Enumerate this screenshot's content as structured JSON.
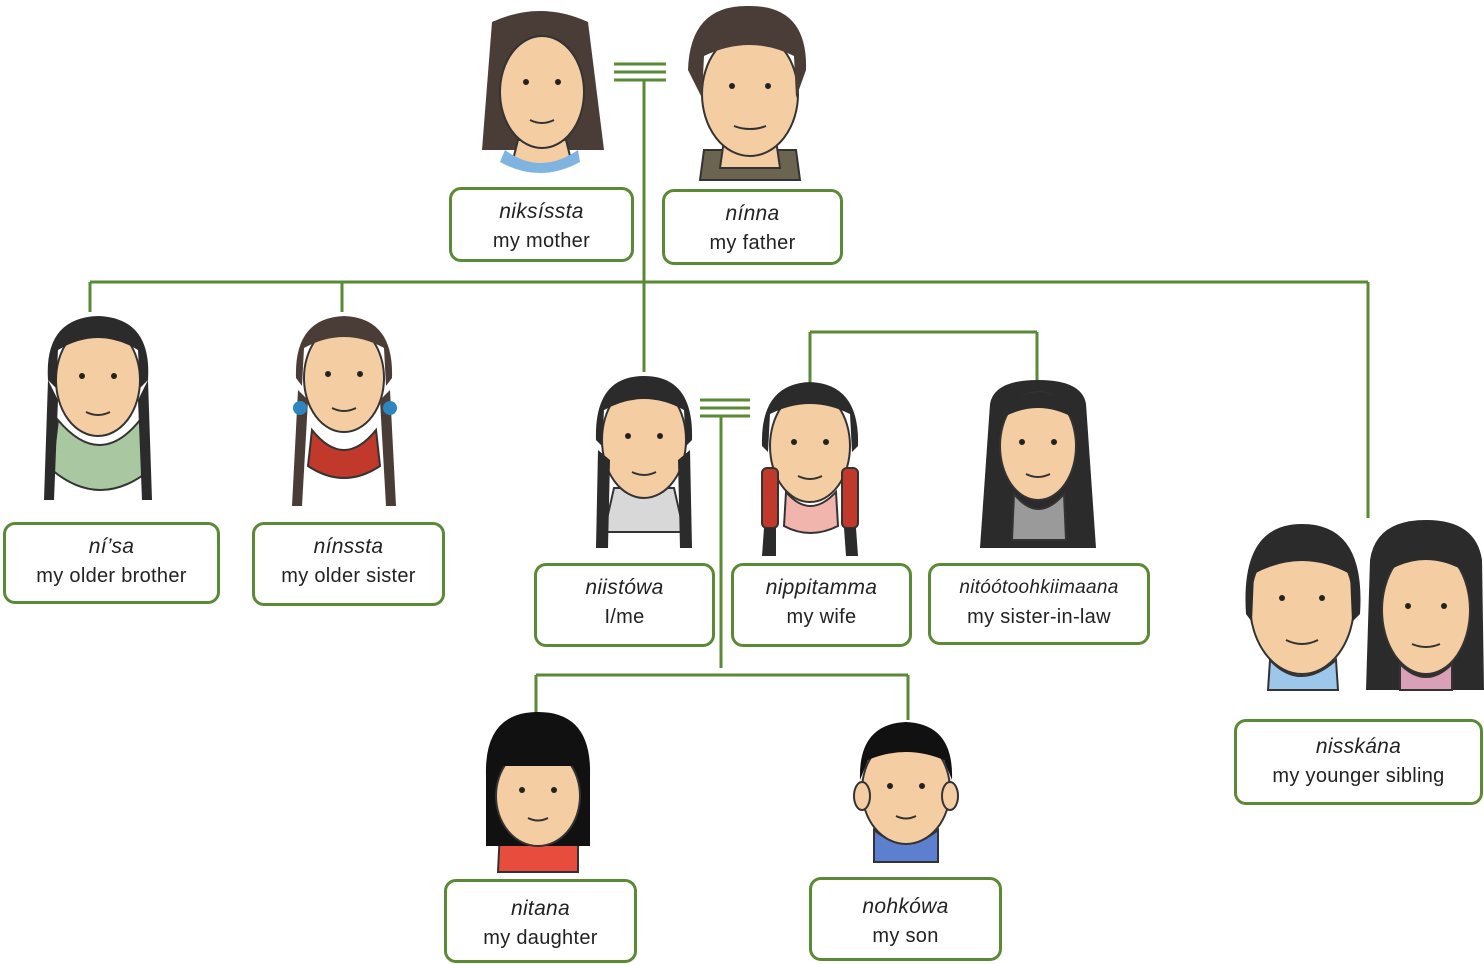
{
  "colors": {
    "line": "#5a8a36",
    "skin": "#f5cda3",
    "hair_dark": "#2b2b2b",
    "hair_brown": "#4a3d38"
  },
  "people": {
    "mother": {
      "term": "niksíssta",
      "gloss": "my mother"
    },
    "father": {
      "term": "nínna",
      "gloss": "my father"
    },
    "older_brother": {
      "term": "ní’sa",
      "gloss": "my older brother"
    },
    "older_sister": {
      "term": "nínssta",
      "gloss": "my older sister"
    },
    "self": {
      "term": "niistówa",
      "gloss": "I/me"
    },
    "wife": {
      "term": "nippitamma",
      "gloss": "my wife"
    },
    "sister_in_law": {
      "term": "nitóótoohkiimaana",
      "gloss": "my sister-in-law"
    },
    "younger_sibling": {
      "term": "nisskána",
      "gloss": "my younger sibling"
    },
    "daughter": {
      "term": "nitana",
      "gloss": "my daughter"
    },
    "son": {
      "term": "nohkówa",
      "gloss": "my son"
    }
  }
}
